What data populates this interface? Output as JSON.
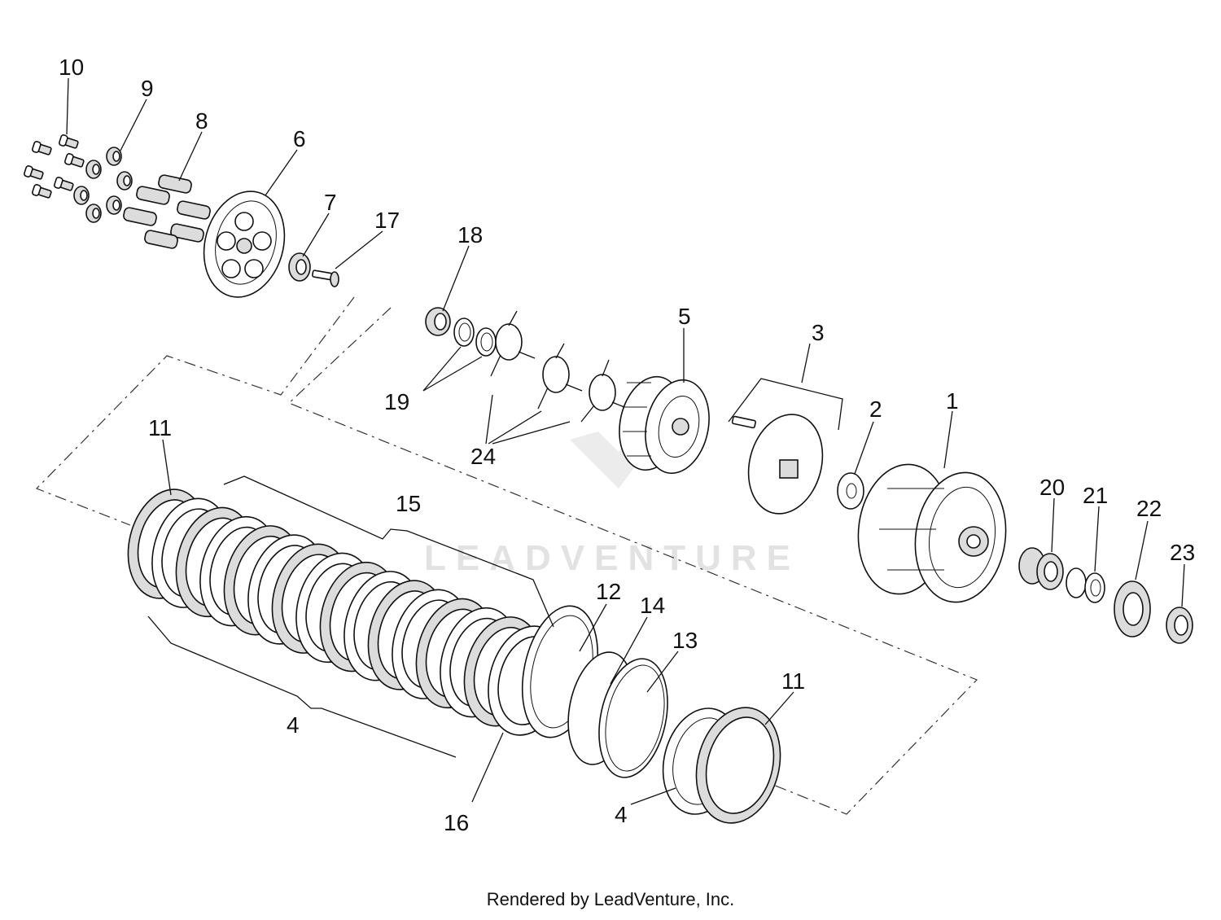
{
  "watermark": "LEADVENTURE",
  "footer": "Rendered by LeadVenture, Inc.",
  "callouts": [
    {
      "id": "10",
      "text": "10"
    },
    {
      "id": "9",
      "text": "9"
    },
    {
      "id": "8",
      "text": "8"
    },
    {
      "id": "6",
      "text": "6"
    },
    {
      "id": "7",
      "text": "7"
    },
    {
      "id": "17",
      "text": "17"
    },
    {
      "id": "18",
      "text": "18"
    },
    {
      "id": "5",
      "text": "5"
    },
    {
      "id": "3",
      "text": "3"
    },
    {
      "id": "2",
      "text": "2"
    },
    {
      "id": "1",
      "text": "1"
    },
    {
      "id": "19",
      "text": "19"
    },
    {
      "id": "24",
      "text": "24"
    },
    {
      "id": "11a",
      "text": "11"
    },
    {
      "id": "15",
      "text": "15"
    },
    {
      "id": "20",
      "text": "20"
    },
    {
      "id": "21",
      "text": "21"
    },
    {
      "id": "22",
      "text": "22"
    },
    {
      "id": "23",
      "text": "23"
    },
    {
      "id": "12",
      "text": "12"
    },
    {
      "id": "14",
      "text": "14"
    },
    {
      "id": "13",
      "text": "13"
    },
    {
      "id": "11b",
      "text": "11"
    },
    {
      "id": "4a",
      "text": "4"
    },
    {
      "id": "16",
      "text": "16"
    },
    {
      "id": "4b",
      "text": "4"
    }
  ]
}
